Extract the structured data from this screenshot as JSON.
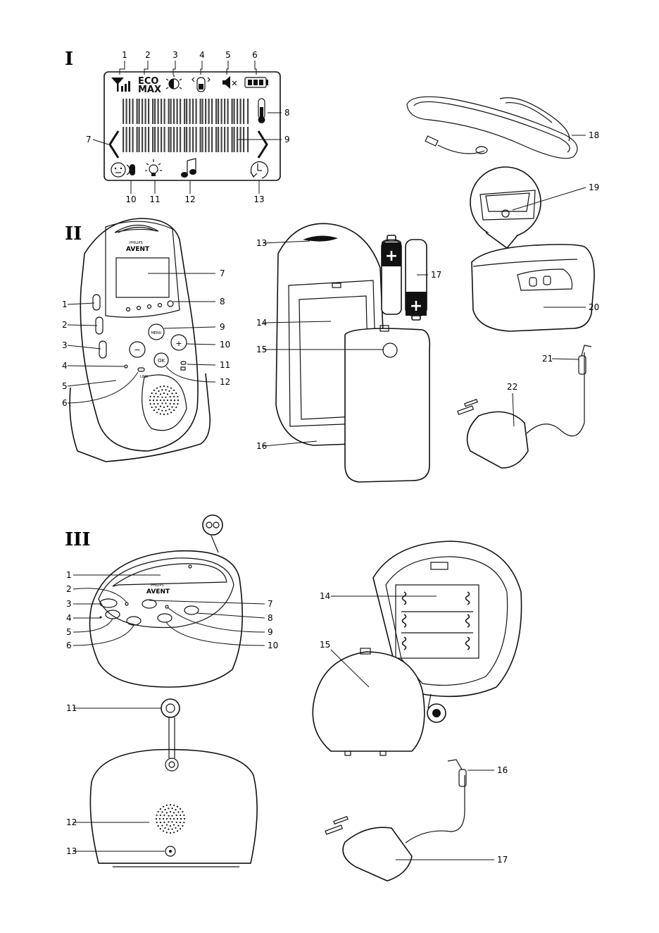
{
  "sections": {
    "s1": "I",
    "s2": "II",
    "s3": "III"
  },
  "lcd": {
    "eco_line1": "ECO",
    "eco_line2": "MAX",
    "top_callouts": [
      "1",
      "2",
      "3",
      "4",
      "5",
      "6"
    ],
    "right_callouts": [
      "8",
      "9"
    ],
    "left_callout": "7",
    "bottom_callouts": [
      "10",
      "11",
      "12",
      "13"
    ]
  },
  "parent_unit": {
    "brand_small": "PHILIPS",
    "brand": "AVENT",
    "menu_label": "MENU",
    "ok_label": "OK",
    "link_label": "LINK",
    "plus_label": "+",
    "minus_label": "−",
    "left_callouts": [
      "1",
      "2",
      "3",
      "4",
      "5",
      "6"
    ],
    "right_callouts": [
      "7",
      "8",
      "9",
      "10",
      "11",
      "12"
    ]
  },
  "battery_cover": {
    "callouts": [
      "13",
      "14",
      "15",
      "16",
      "17"
    ]
  },
  "accessories": {
    "callouts": [
      "18",
      "19",
      "20",
      "21",
      "22"
    ]
  },
  "baby_unit": {
    "brand_small": "PHILIPS",
    "brand": "AVENT",
    "left_callouts": [
      "1",
      "2",
      "3",
      "4",
      "5",
      "6"
    ],
    "right_callouts": [
      "7",
      "8",
      "9",
      "10"
    ],
    "back_callouts": [
      "11",
      "12",
      "13"
    ]
  },
  "baby_battery": {
    "callouts": [
      "14",
      "15",
      "16",
      "17"
    ]
  }
}
